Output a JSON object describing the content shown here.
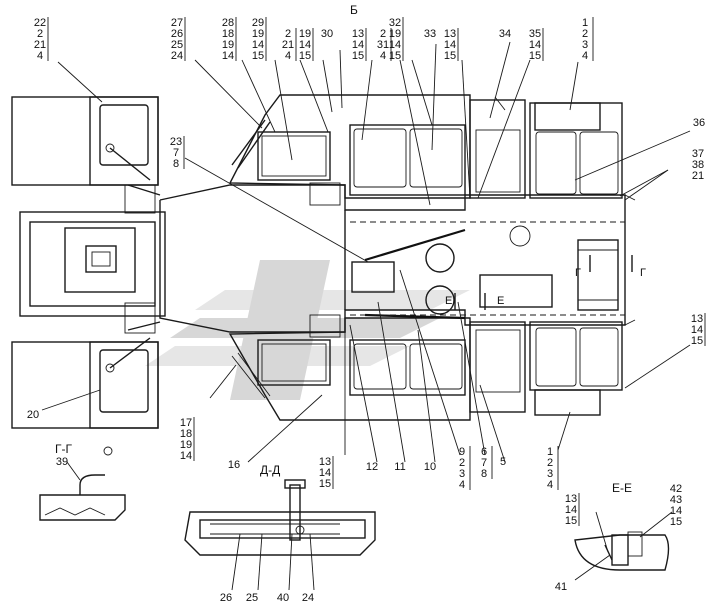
{
  "view_label": "Б",
  "section_titles": {
    "gg": "Г-Г",
    "dd": "Д-Д",
    "ee": "Е-Е"
  },
  "section_marks": {
    "g_left": "Г",
    "g_right": "Г",
    "e_left": "Е",
    "e_right": "Е"
  },
  "callouts": [
    {
      "id": "c22",
      "lines": [
        "22",
        "2",
        "21",
        "4"
      ]
    },
    {
      "id": "c27",
      "lines": [
        "27",
        "26",
        "25",
        "24"
      ]
    },
    {
      "id": "c28",
      "lines": [
        "28",
        "18",
        "19",
        "14"
      ]
    },
    {
      "id": "c29",
      "lines": [
        "29",
        "19",
        "14",
        "15"
      ]
    },
    {
      "id": "c2a",
      "lines": [
        "2",
        "21",
        "4"
      ]
    },
    {
      "id": "c19",
      "lines": [
        "19",
        "14",
        "15"
      ]
    },
    {
      "id": "c30",
      "lines": [
        "30"
      ]
    },
    {
      "id": "c13a",
      "lines": [
        "13",
        "14",
        "15"
      ]
    },
    {
      "id": "c2b",
      "lines": [
        "2",
        "31",
        "4"
      ]
    },
    {
      "id": "c32",
      "lines": [
        "32",
        "19",
        "14",
        "15"
      ]
    },
    {
      "id": "c33",
      "lines": [
        "33"
      ]
    },
    {
      "id": "c13b",
      "lines": [
        "13",
        "14",
        "15"
      ]
    },
    {
      "id": "c34",
      "lines": [
        "34"
      ]
    },
    {
      "id": "c35",
      "lines": [
        "35",
        "14",
        "15"
      ]
    },
    {
      "id": "c1a",
      "lines": [
        "1",
        "2",
        "3",
        "4"
      ]
    },
    {
      "id": "c36",
      "lines": [
        "36"
      ]
    },
    {
      "id": "c37",
      "lines": [
        "37",
        "38",
        "21"
      ]
    },
    {
      "id": "c23",
      "lines": [
        "23",
        "7",
        "8"
      ]
    },
    {
      "id": "c13c",
      "lines": [
        "13",
        "14",
        "15"
      ]
    },
    {
      "id": "c20",
      "lines": [
        "20"
      ]
    },
    {
      "id": "c17",
      "lines": [
        "17",
        "18",
        "19",
        "14"
      ]
    },
    {
      "id": "c16",
      "lines": [
        "16"
      ]
    },
    {
      "id": "c13d",
      "lines": [
        "13",
        "14",
        "15"
      ]
    },
    {
      "id": "c12",
      "lines": [
        "12"
      ]
    },
    {
      "id": "c11",
      "lines": [
        "11"
      ]
    },
    {
      "id": "c10",
      "lines": [
        "10"
      ]
    },
    {
      "id": "c9",
      "lines": [
        "9",
        "2",
        "3",
        "4"
      ]
    },
    {
      "id": "c6",
      "lines": [
        "6",
        "7",
        "8"
      ]
    },
    {
      "id": "c5",
      "lines": [
        "5"
      ]
    },
    {
      "id": "c1b",
      "lines": [
        "1",
        "2",
        "3",
        "4"
      ]
    },
    {
      "id": "c39",
      "lines": [
        "39"
      ]
    },
    {
      "id": "c26",
      "lines": [
        "26"
      ]
    },
    {
      "id": "c25",
      "lines": [
        "25"
      ]
    },
    {
      "id": "c40",
      "lines": [
        "40"
      ]
    },
    {
      "id": "c24",
      "lines": [
        "24"
      ]
    },
    {
      "id": "c13e",
      "lines": [
        "13",
        "14",
        "15"
      ]
    },
    {
      "id": "c42",
      "lines": [
        "42",
        "43",
        "14",
        "15"
      ]
    },
    {
      "id": "c41",
      "lines": [
        "41"
      ]
    }
  ]
}
